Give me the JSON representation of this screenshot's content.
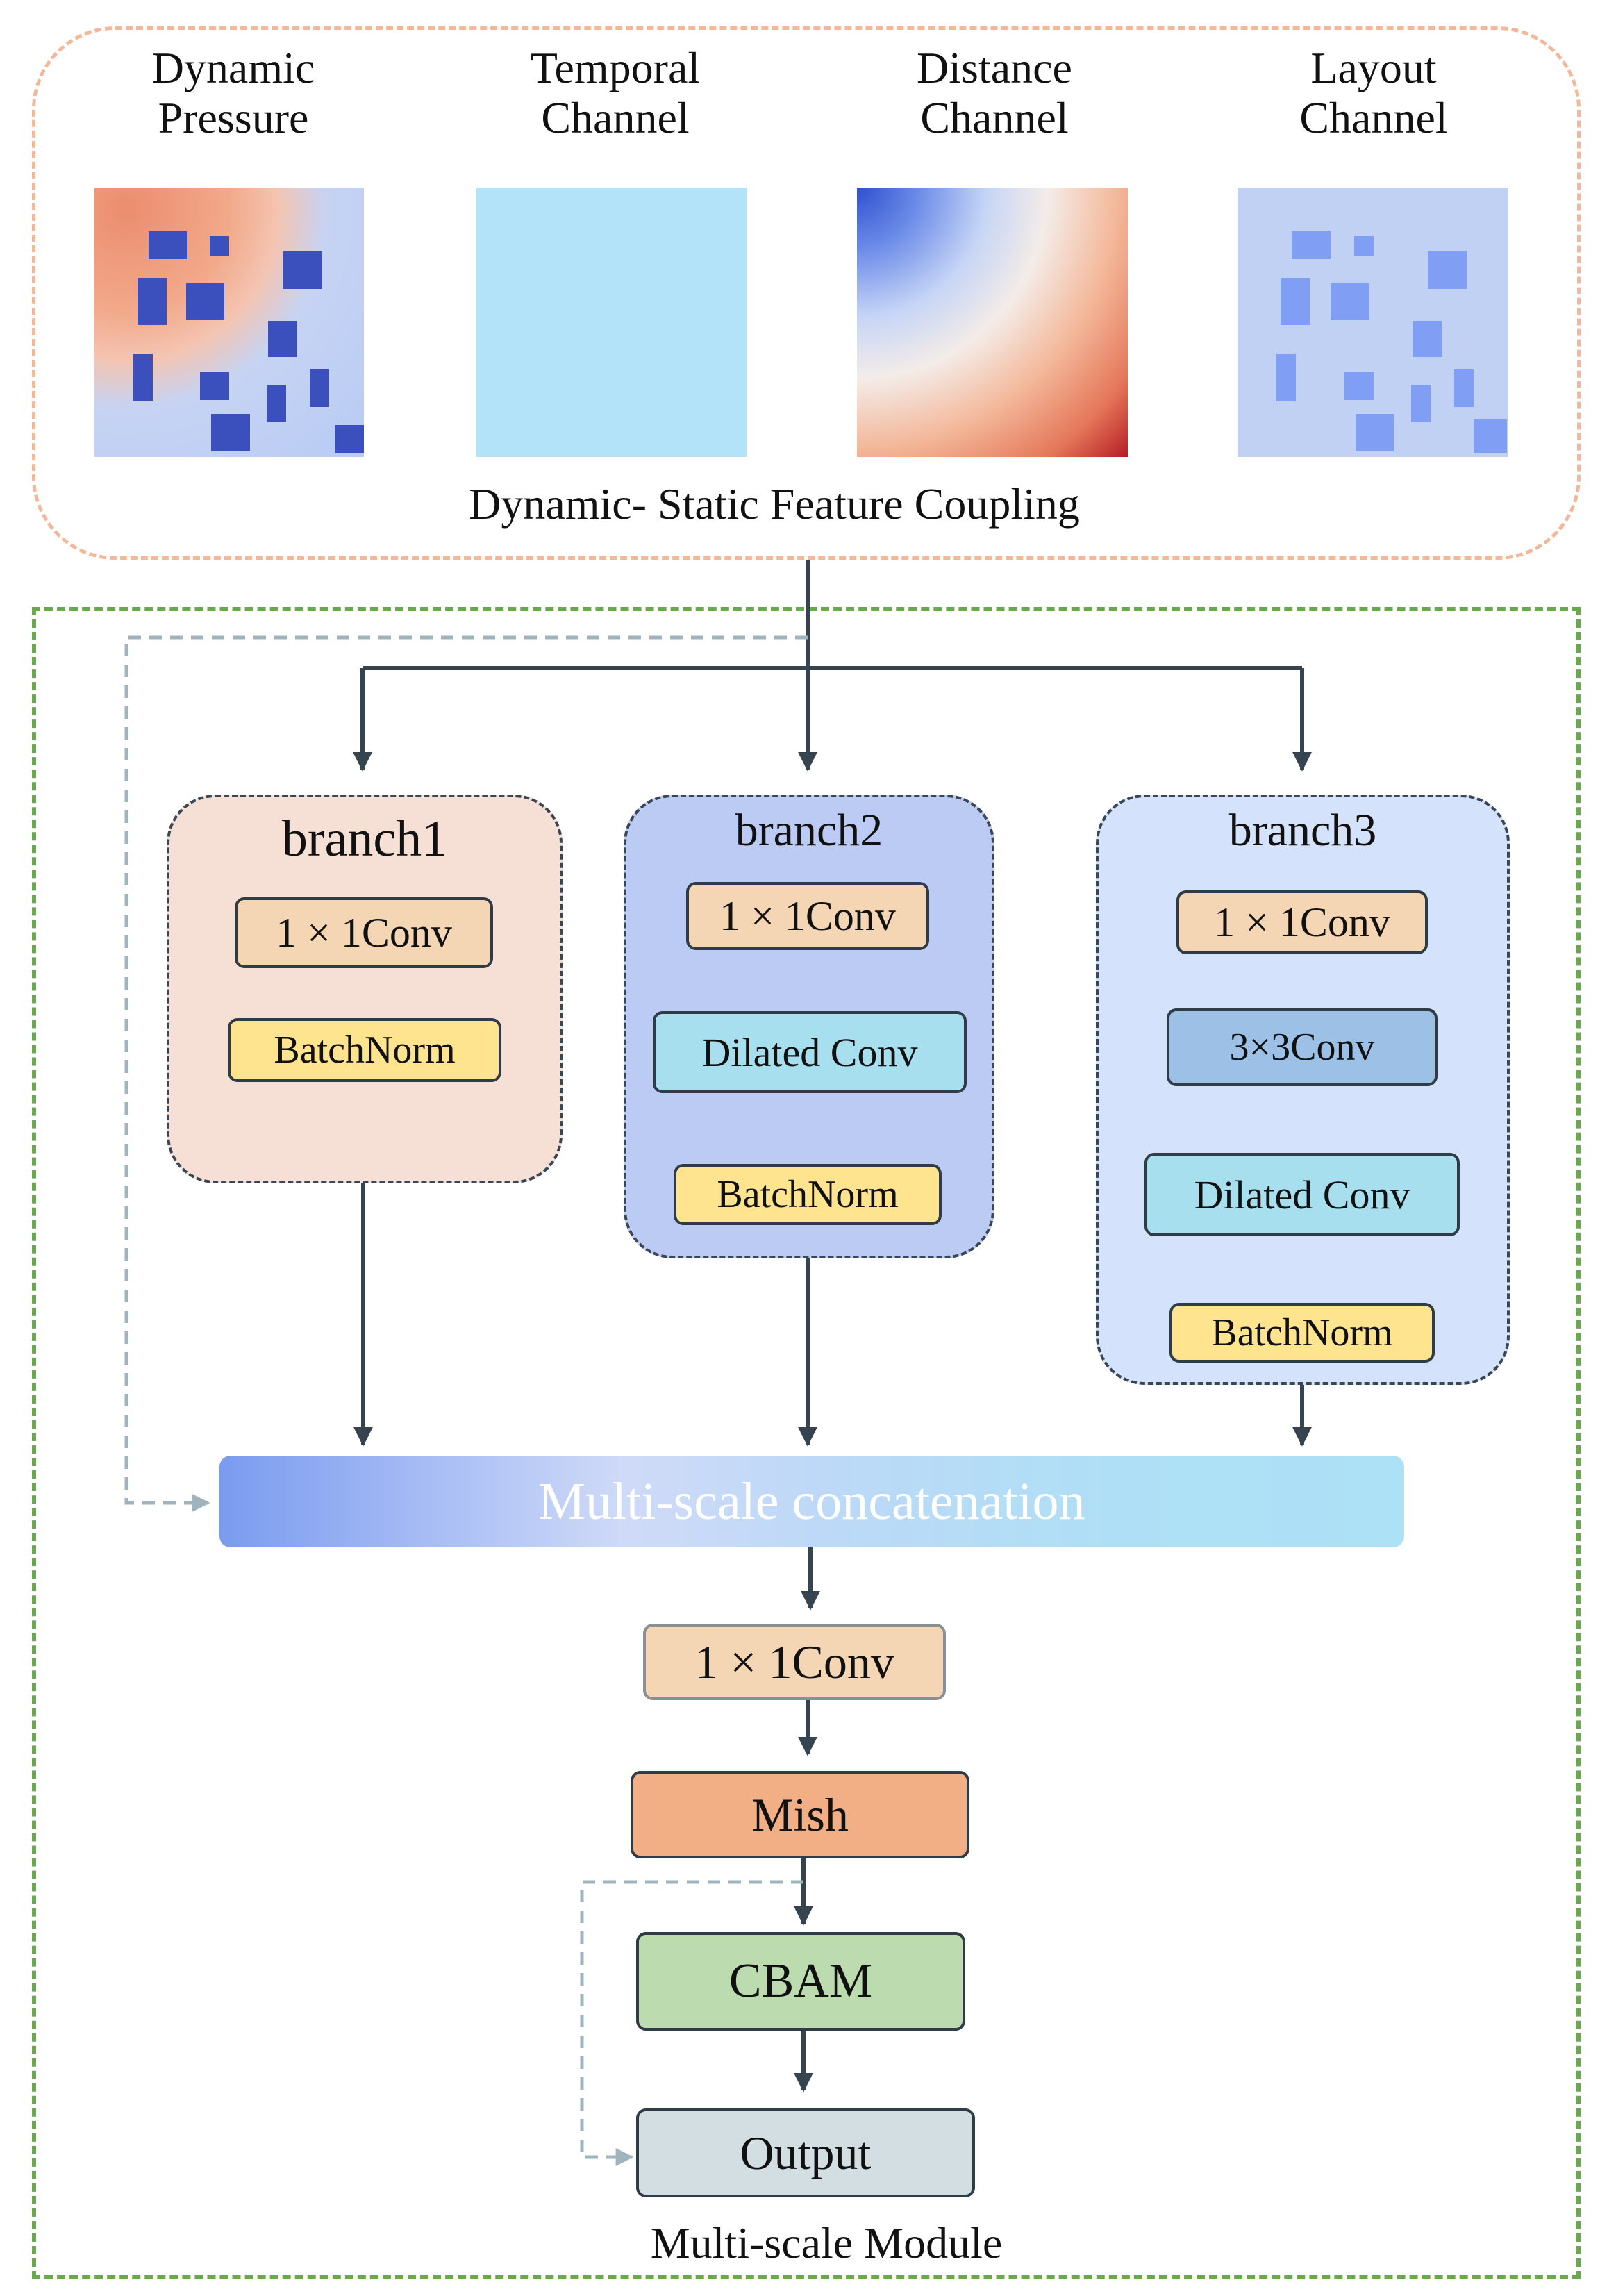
{
  "top_panel": {
    "channels": [
      {
        "line1": "Dynamic",
        "line2": "Pressure"
      },
      {
        "line1": "Temporal",
        "line2": "Channel"
      },
      {
        "line1": "Distance",
        "line2": "Channel"
      },
      {
        "line1": "Layout",
        "line2": "Channel"
      }
    ],
    "caption": "Dynamic- Static Feature Coupling"
  },
  "module": {
    "caption": "Multi-scale Module",
    "branches": [
      {
        "title": "branch1",
        "blocks": [
          "1 × 1Conv",
          "BatchNorm"
        ]
      },
      {
        "title": "branch2",
        "blocks": [
          "1 × 1Conv",
          "Dilated Conv",
          "BatchNorm"
        ]
      },
      {
        "title": "branch3",
        "blocks": [
          "1 × 1Conv",
          "3×3Conv",
          "Dilated Conv",
          "BatchNorm"
        ]
      }
    ],
    "concat_label": "Multi-scale concatenation",
    "tail": {
      "conv": "1 × 1Conv",
      "mish": "Mish",
      "cbam": "CBAM",
      "output": "Output"
    }
  },
  "colors": {
    "top_border": "#f3b89a",
    "module_border": "#6aa84f",
    "conv": "#f5d6b4",
    "batchnorm": "#ffe48f",
    "dilated": "#a7dfee",
    "conv3": "#9cc0e6",
    "mish": "#f2ae84",
    "cbam": "#bcdcb0",
    "output": "#d3dee3",
    "branch1_bg": "#f6e0d5",
    "branch2_bg": "#bccbf4",
    "branch3_bg": "#d5e2fb"
  }
}
